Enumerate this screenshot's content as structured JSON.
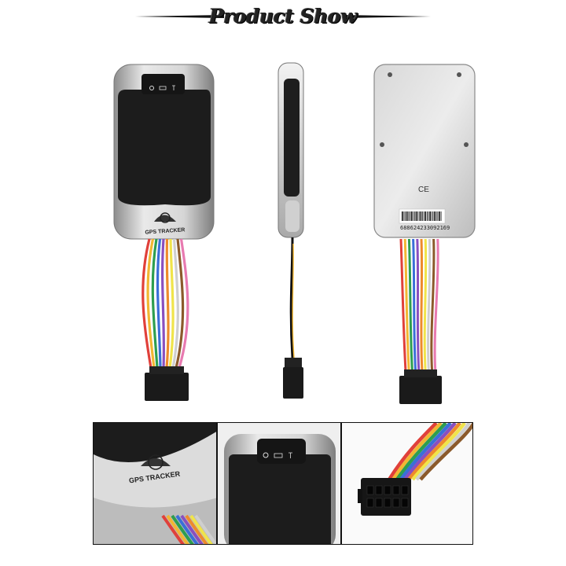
{
  "header": {
    "title": "Product Show"
  },
  "device": {
    "logo_text": "GPS TRACKER",
    "certification_mark": "CE",
    "serial_number": "688624233092169"
  },
  "icons": [
    "gps-signal-icon",
    "battery-icon",
    "antenna-icon",
    "globe-logo-icon"
  ],
  "colors": {
    "housing": "#c9c9c9",
    "panel": "#1c1c1c",
    "connector": "#1a1a1a",
    "wire_colors": [
      "#e0403a",
      "#f2b632",
      "#2e9e4f",
      "#3a6fd8",
      "#8a4fbf",
      "#ee8a2c",
      "#f0e44a",
      "#cfcfcf",
      "#8b5a2b",
      "#e87ab0"
    ]
  },
  "thumbnails": [
    "logo-closeup",
    "front-panel-closeup",
    "connector-closeup"
  ]
}
